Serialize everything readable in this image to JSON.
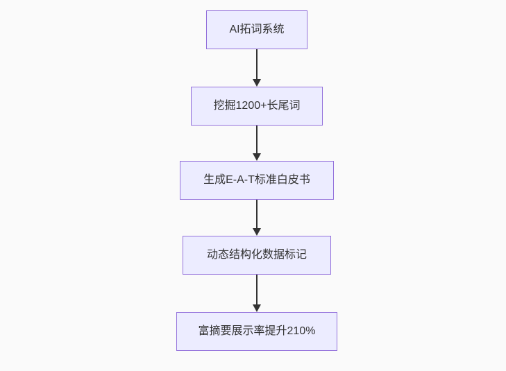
{
  "diagram": {
    "type": "flowchart",
    "direction": "top-down",
    "colors": {
      "node_fill": "#ECECFF",
      "node_border": "#9370DB",
      "node_text": "#333333",
      "edge": "#333333",
      "background": "#fafafa"
    },
    "nodes": [
      {
        "id": "A",
        "label": "AI拓词系统"
      },
      {
        "id": "B",
        "label": "挖掘1200+长尾词"
      },
      {
        "id": "C",
        "label": "生成E-A-T标准白皮书"
      },
      {
        "id": "D",
        "label": "动态结构化数据标记"
      },
      {
        "id": "E",
        "label": "富摘要展示率提升210%"
      }
    ],
    "edges": [
      {
        "from": "A",
        "to": "B",
        "style": "arrow"
      },
      {
        "from": "B",
        "to": "C",
        "style": "arrow"
      },
      {
        "from": "C",
        "to": "D",
        "style": "arrow"
      },
      {
        "from": "D",
        "to": "E",
        "style": "arrow"
      }
    ]
  }
}
